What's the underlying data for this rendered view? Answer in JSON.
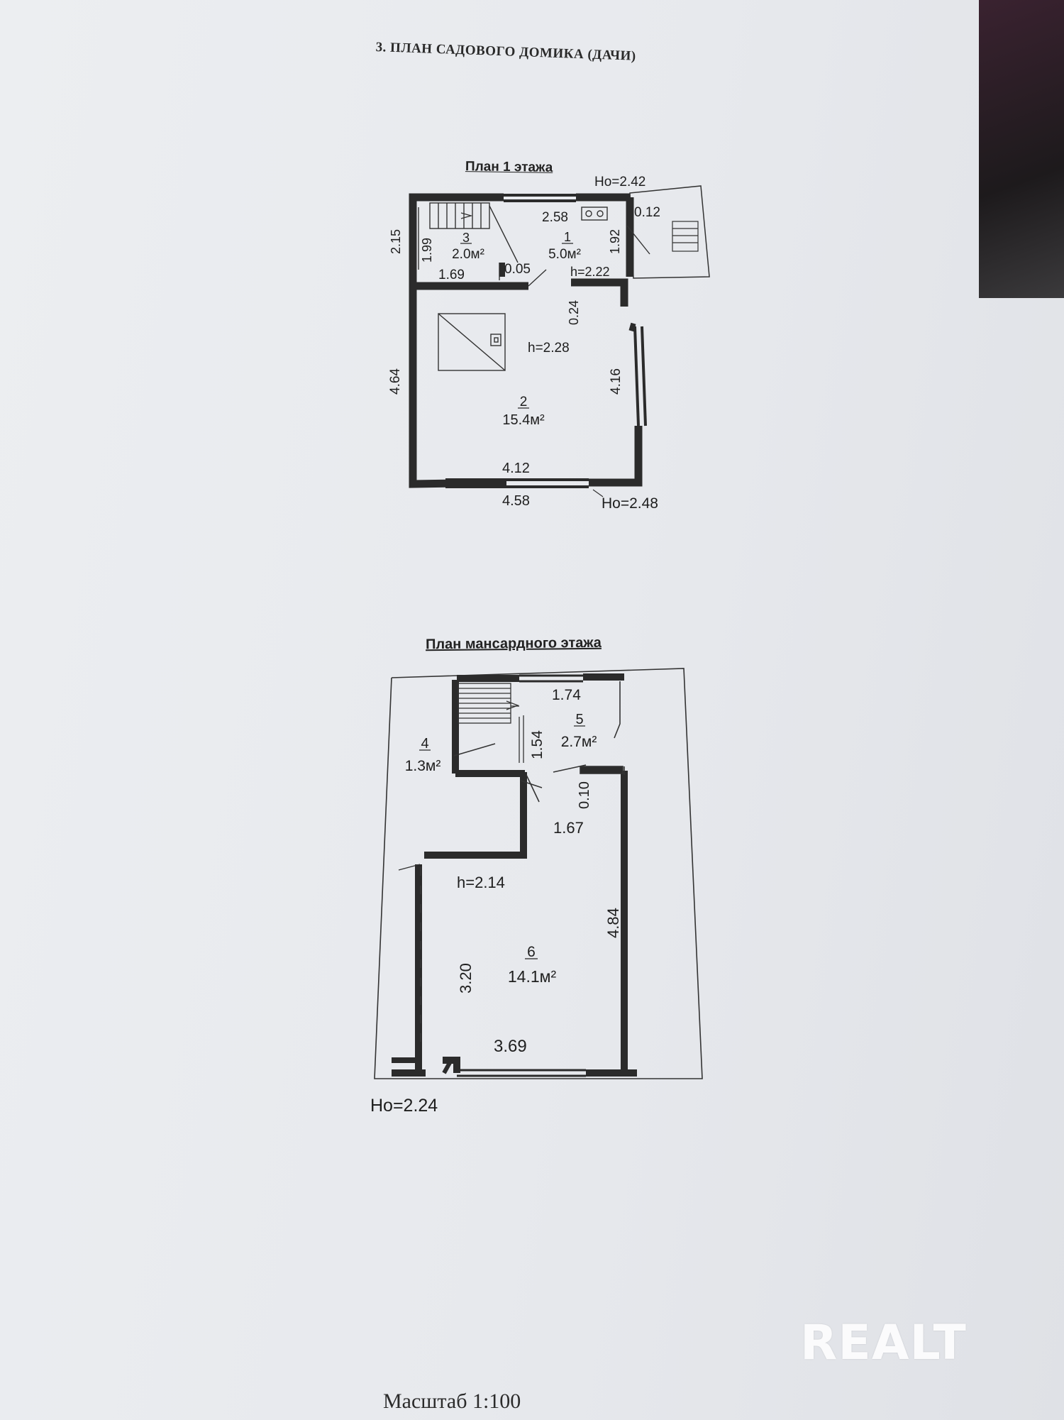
{
  "document": {
    "title": "3. ПЛАН САДОВОГО ДОМИКА (ДАЧИ)",
    "scale": "Масштаб 1:100",
    "watermark": "REALT"
  },
  "ground_floor": {
    "title": "План 1 этажа",
    "rooms": [
      {
        "number": "1",
        "area": "5.0м²"
      },
      {
        "number": "2",
        "area": "15.4м²"
      },
      {
        "number": "3",
        "area": "2.0м²"
      }
    ],
    "heights": {
      "hall": "h=2.22",
      "main": "h=2.28",
      "outer_top": "Но=2.42",
      "outer_bottom": "Но=2.48"
    },
    "dimensions": {
      "room1_width": "2.58",
      "porch_offset": "0.12",
      "room1_depth": "1.92",
      "stair_width": "1.69",
      "stair_depth": "1.99",
      "partition": "0.05",
      "outer_left_top": "2.15",
      "wall_step": "0.24",
      "main_left": "4.64",
      "main_right": "4.16",
      "main_inner_width": "4.12",
      "outer_width": "4.58"
    }
  },
  "attic_floor": {
    "title": "План мансардного этажа",
    "rooms": [
      {
        "number": "4",
        "area": "1.3м²"
      },
      {
        "number": "5",
        "area": "2.7м²"
      },
      {
        "number": "6",
        "area": "14.1м²"
      }
    ],
    "heights": {
      "main": "h=2.14",
      "outer": "Но=2.24"
    },
    "dimensions": {
      "room5_width": "1.74",
      "room5_depth": "1.54",
      "wall_gap": "0.10",
      "passage": "1.67",
      "room6_depth_left": "3.20",
      "room6_depth_right": "4.84",
      "room6_width": "3.69"
    }
  }
}
